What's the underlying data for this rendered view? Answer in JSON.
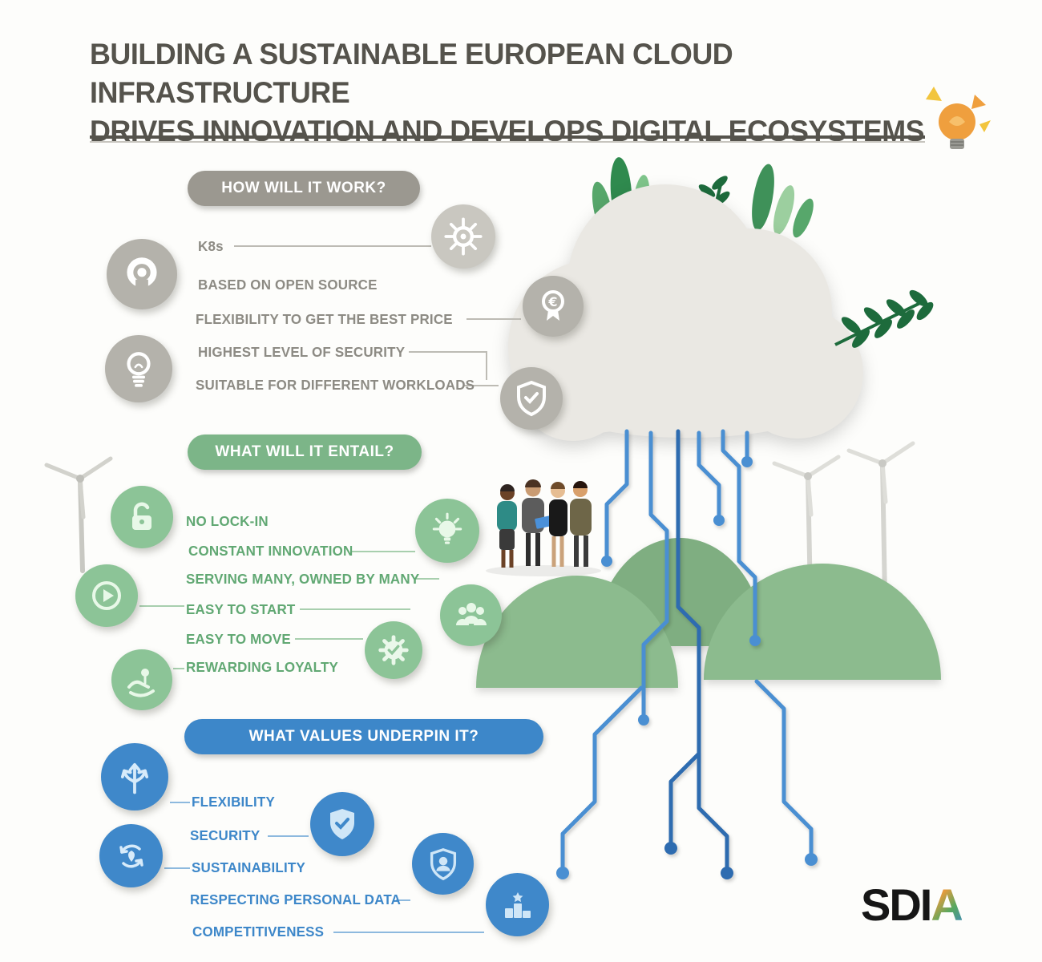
{
  "title": {
    "line1": "BUILDING A SUSTAINABLE EUROPEAN CLOUD INFRASTRUCTURE",
    "line2": "DRIVES INNOVATION AND DEVELOPS DIGITAL ECOSYSTEMS"
  },
  "sections": {
    "how": {
      "heading": "HOW WILL IT WORK?",
      "items": [
        "K8s",
        "BASED ON OPEN SOURCE",
        "FLEXIBILITY TO GET THE BEST PRICE",
        "HIGHEST LEVEL OF SECURITY",
        "SUITABLE FOR DIFFERENT WORKLOADS"
      ],
      "icons": [
        "open-source-icon",
        "kubernetes-helm-icon",
        "euro-medal-icon",
        "lightbulb-icon",
        "security-shield-icon"
      ]
    },
    "entail": {
      "heading": "WHAT WILL IT ENTAIL?",
      "items": [
        "NO LOCK-IN",
        "CONSTANT INNOVATION",
        "SERVING MANY, OWNED BY MANY",
        "EASY TO START",
        "EASY TO MOVE",
        "REWARDING LOYALTY"
      ],
      "icons": [
        "unlock-icon",
        "play-icon",
        "hands-care-icon",
        "innovation-bulb-icon",
        "people-group-icon",
        "gear-check-icon"
      ]
    },
    "values": {
      "heading": "WHAT VALUES UNDERPIN IT?",
      "items": [
        "FLEXIBILITY",
        "SECURITY",
        "SUSTAINABILITY",
        "RESPECTING PERSONAL DATA",
        "COMPETITIVENESS"
      ],
      "icons": [
        "branch-arrows-icon",
        "recycle-leaf-icon",
        "shield-check-icon",
        "person-security-icon",
        "podium-icon"
      ]
    }
  },
  "logo": {
    "sdi": "SDI",
    "a": "A"
  },
  "colors": {
    "gray_badge": "#9b9890",
    "green_badge": "#7cb588",
    "blue_badge": "#3d87c9",
    "circuit_blue": "#4a8fd2",
    "circuit_dark_blue": "#2e6cb0",
    "hill_green": "#8cbb8e",
    "cloud_gray": "#eae8e3",
    "title_gray": "#55534c"
  }
}
